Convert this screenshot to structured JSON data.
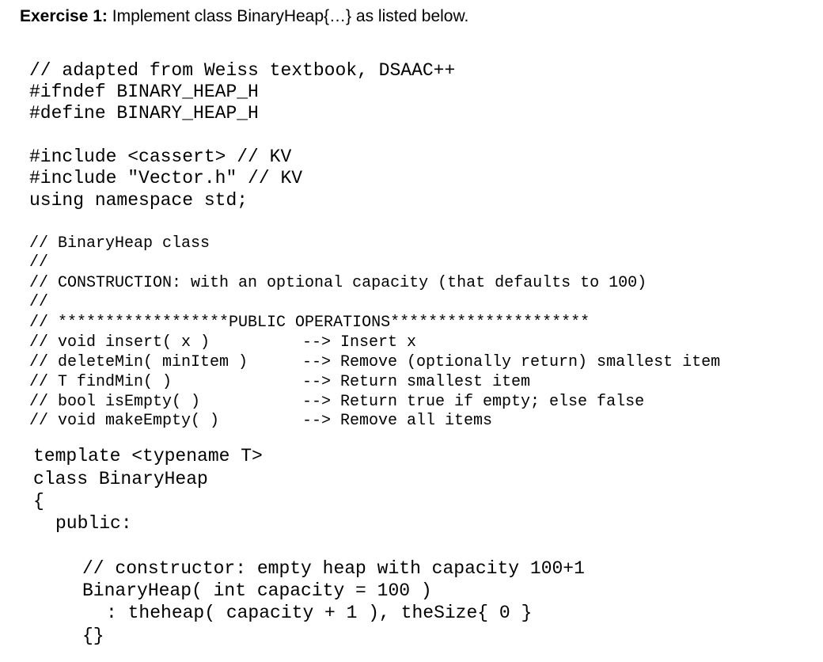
{
  "heading": {
    "label": "Exercise 1:",
    "text": " Implement class BinaryHeap{…} as listed below."
  },
  "code": {
    "c1": "// adapted from Weiss textbook, DSAAC++",
    "c2": "#ifndef BINARY_HEAP_H",
    "c3": "#define BINARY_HEAP_H",
    "c4": "#include <cassert> // KV",
    "c5": "#include \"Vector.h\" // KV",
    "c6": "using namespace std;",
    "c7": "// BinaryHeap class",
    "c8": "//",
    "c9": "// CONSTRUCTION: with an optional capacity (that defaults to 100)",
    "c10": "//",
    "c11": "// ******************PUBLIC OPERATIONS*********************",
    "c12": "// void insert( x )",
    "c13": "// deleteMin( minItem )",
    "c14": "// T findMin( )",
    "c15": "// bool isEmpty( )",
    "c16": "// void makeEmpty( )",
    "r12": "--> Insert x",
    "r13": "--> Remove (optionally return) smallest item",
    "r14": "--> Return smallest item",
    "r15": "--> Return true if empty; else false",
    "r16": "--> Remove all items",
    "c17": "template <typename T>",
    "c18": "class BinaryHeap",
    "c19": "{",
    "c20": "public:",
    "c21": "// constructor: empty heap with capacity 100+1",
    "c22": "BinaryHeap( int capacity = 100 )",
    "c23": ": theheap( capacity + 1 ), theSize{ 0 }",
    "c24": "{}"
  }
}
